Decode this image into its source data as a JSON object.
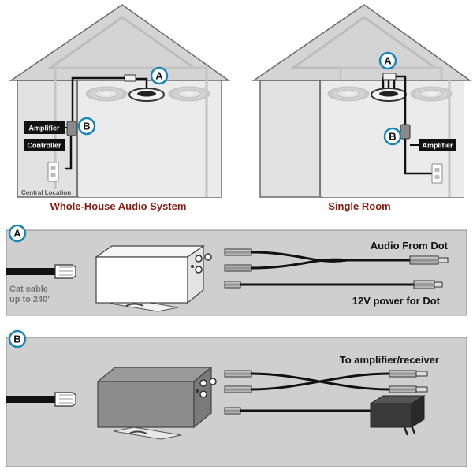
{
  "house_left": {
    "caption": "Whole-House Audio System",
    "amplifier_label": "Amplifier",
    "controller_label": "Controller",
    "central_location_label": "Central Location",
    "marker_a": "A",
    "marker_b": "B"
  },
  "house_right": {
    "caption": "Single Room",
    "amplifier_label": "Amplifier",
    "marker_a": "A",
    "marker_b": "B"
  },
  "panel_a": {
    "marker": "A",
    "cat_cable_label_line1": "Cat cable",
    "cat_cable_label_line2": "up to 240'",
    "audio_label": "Audio From Dot",
    "power_label": "12V power for Dot"
  },
  "panel_b": {
    "marker": "B",
    "amp_label": "To amplifier/receiver"
  },
  "colors": {
    "caption_red": "#8a1a0e",
    "marker_blue": "#1a86b8",
    "panel_gray": "#cfcfcf",
    "wall_gray": "#dcdcdc",
    "roof_gray": "#d6d6d6",
    "label_black": "#111111"
  }
}
